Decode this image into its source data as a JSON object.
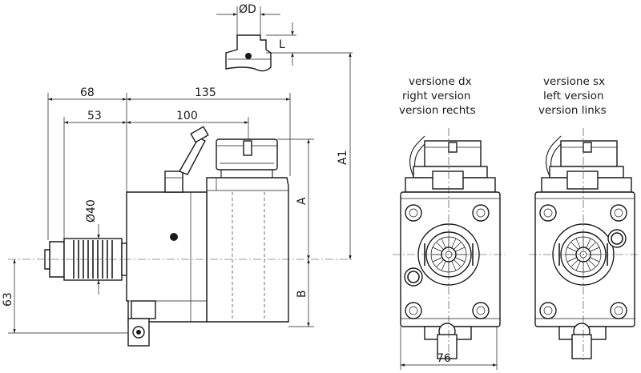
{
  "dimensions": {
    "phi_d": "ØD",
    "l": "L",
    "d68": "68",
    "d135": "135",
    "d53": "53",
    "d100": "100",
    "a1": "A1",
    "a": "A",
    "b": "B",
    "phi40": "Ø40",
    "d63": "63",
    "d76": "76"
  },
  "right_view": {
    "line1": "versione dx",
    "line2": "right version",
    "line3": "version rechts"
  },
  "left_view": {
    "line1": "versione sx",
    "line2": "left version",
    "line3": "version links"
  }
}
